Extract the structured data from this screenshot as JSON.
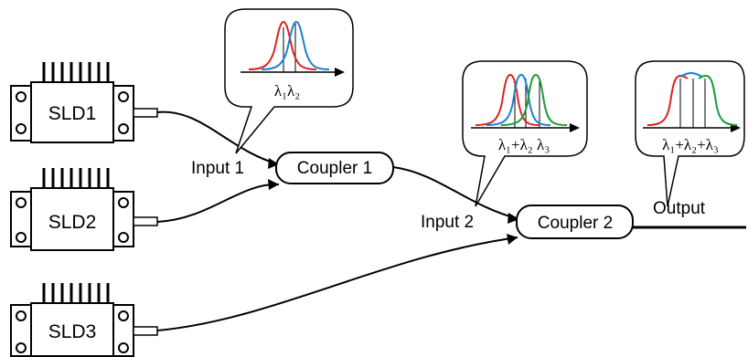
{
  "sources": [
    {
      "label": "SLD1"
    },
    {
      "label": "SLD2"
    },
    {
      "label": "SLD3"
    }
  ],
  "couplers": [
    {
      "label": "Coupler 1"
    },
    {
      "label": "Coupler 2"
    }
  ],
  "port_labels": {
    "input1": "Input 1",
    "input2": "Input 2",
    "output": "Output"
  },
  "spectrum_bubbles": [
    {
      "id": "bubble1",
      "axis_label": "λ₁λ₂",
      "curves": [
        "red",
        "blue"
      ]
    },
    {
      "id": "bubble2",
      "axis_label": "λ₁+λ₂ λ₃",
      "curves": [
        "red",
        "blue",
        "green"
      ]
    },
    {
      "id": "bubble3",
      "axis_label": "λ₁+λ₂+λ₃",
      "curves": [
        "red",
        "blue",
        "green"
      ]
    }
  ],
  "colors": {
    "lambda1": "#e02020",
    "lambda2": "#1a7fd0",
    "lambda3": "#1c9a3a",
    "line": "#000000"
  }
}
